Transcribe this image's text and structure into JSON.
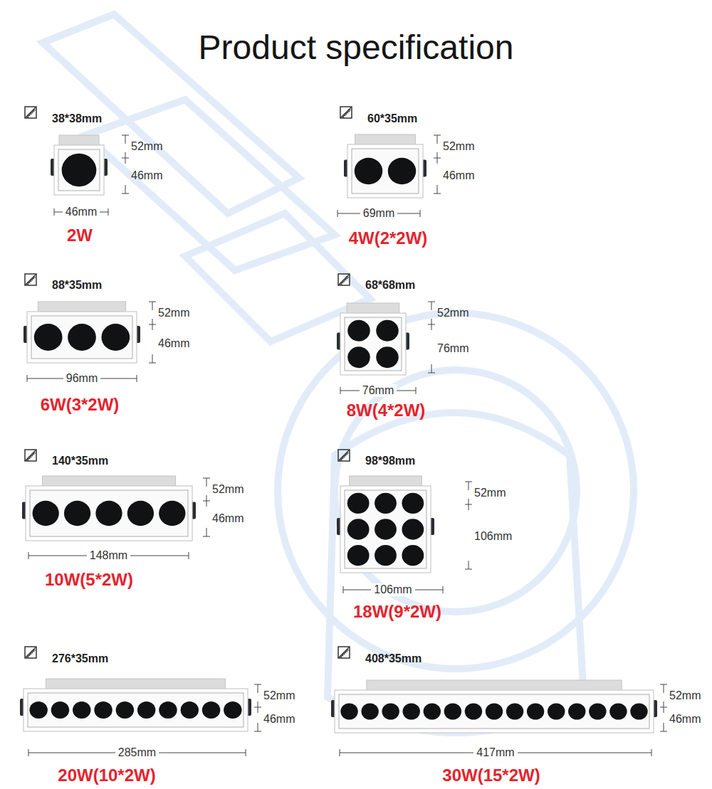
{
  "diagram": {
    "title": "Product specification",
    "labels": [
      "38*38mm",
      "52mm",
      "46mm",
      "46mm",
      "2W",
      "60*35mm",
      "52mm",
      "46mm",
      "69mm",
      "4W(2*2W)",
      "88*35mm",
      "52mm",
      "46mm",
      "96mm",
      "6W(3*2W)",
      "68*68mm",
      "52mm",
      "76mm",
      "76mm",
      "8W(4*2W)",
      "140*35mm",
      "52mm",
      "46mm",
      "148mm",
      "10W(5*2W)",
      "98*98mm",
      "52mm",
      "106mm",
      "106mm",
      "18W(9*2W)",
      "276*35mm",
      "52mm",
      "46mm",
      "285mm",
      "20W(10*2W)",
      "408*35mm",
      "52mm",
      "46mm",
      "417mm",
      "30W(15*2W)"
    ]
  }
}
